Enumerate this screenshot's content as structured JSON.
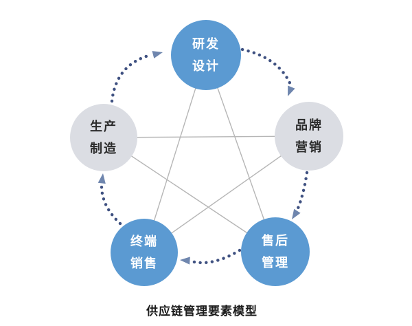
{
  "diagram": {
    "title": "供应链管理要素模型",
    "nodes": [
      {
        "id": "rd-design",
        "line1": "研发",
        "line2": "设计",
        "variant": "blue",
        "position": "top"
      },
      {
        "id": "production",
        "line1": "生产",
        "line2": "制造",
        "variant": "gray",
        "position": "left"
      },
      {
        "id": "brand-marketing",
        "line1": "品牌",
        "line2": "营销",
        "variant": "gray",
        "position": "right"
      },
      {
        "id": "terminal-sales",
        "line1": "终端",
        "line2": "销售",
        "variant": "blue",
        "position": "bottom-left"
      },
      {
        "id": "after-sales",
        "line1": "售后",
        "line2": "管理",
        "variant": "blue",
        "position": "bottom-right"
      }
    ],
    "cycle_edges": [
      {
        "from": "生产制造",
        "to": "研发设计"
      },
      {
        "from": "研发设计",
        "to": "品牌营销"
      },
      {
        "from": "品牌营销",
        "to": "售后管理"
      },
      {
        "from": "售后管理",
        "to": "终端销售"
      },
      {
        "from": "终端销售",
        "to": "生产制造"
      }
    ],
    "star_edges": [
      {
        "from": "研发设计",
        "to": "售后管理"
      },
      {
        "from": "研发设计",
        "to": "终端销售"
      },
      {
        "from": "生产制造",
        "to": "品牌营销"
      },
      {
        "from": "生产制造",
        "to": "售后管理"
      },
      {
        "from": "品牌营销",
        "to": "终端销售"
      }
    ],
    "colors": {
      "node_blue": "#5b9ad2",
      "node_gray": "#dbdde3",
      "text_on_blue": "#ffffff",
      "text_on_gray": "#2b2b2b",
      "star_line": "#b6b6b6",
      "cycle_dot": "#3f5181",
      "arrow_head": "#6f86ae",
      "background": "#ffffff"
    }
  }
}
